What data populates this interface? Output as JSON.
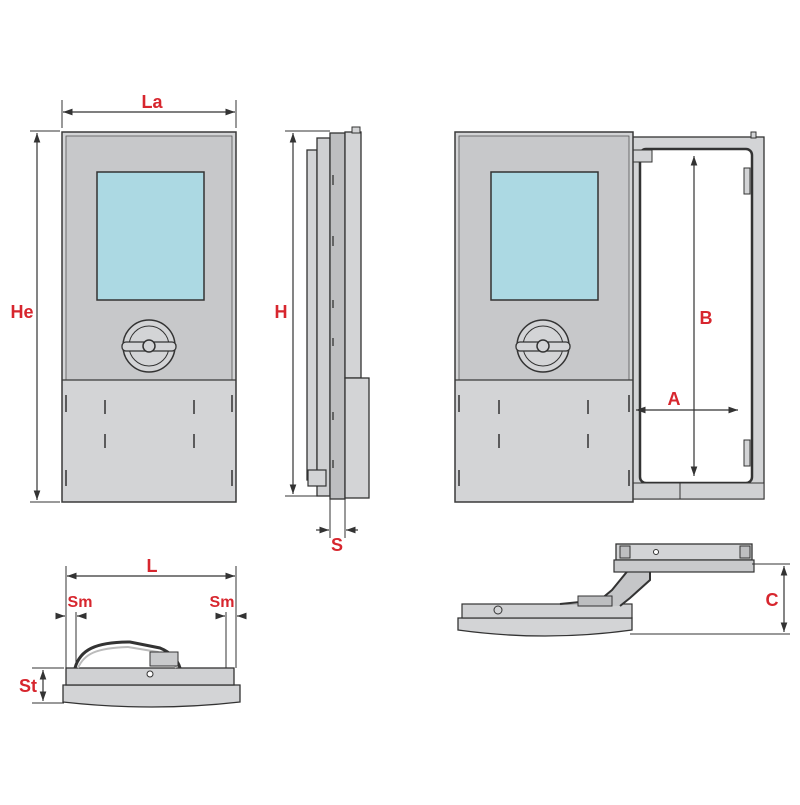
{
  "labels": {
    "la": "La",
    "he": "He",
    "h": "H",
    "s": "S",
    "b": "B",
    "a": "A",
    "l": "L",
    "sm_left": "Sm",
    "sm_right": "Sm",
    "st": "St",
    "c": "C"
  },
  "colors": {
    "label": "#d7262e",
    "panel": "#d3d4d6",
    "panel_dark": "#b9babc",
    "outline": "#3a3a3a",
    "glass": "#acd9e3",
    "dimension": "#333333"
  }
}
